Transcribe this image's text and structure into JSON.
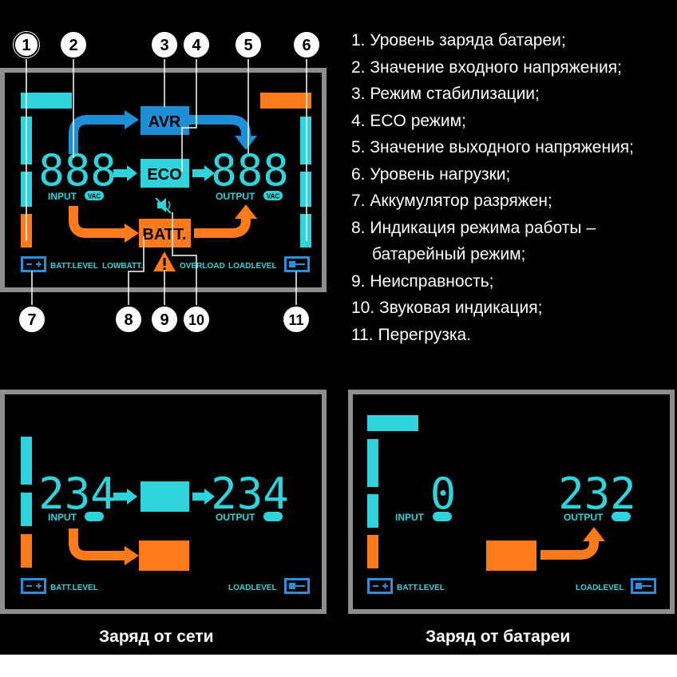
{
  "legend": [
    "1. Уровень заряда батареи;",
    "2. Значение входного напряжения;",
    "3. Режим стабилизации;",
    "4. ECO режим;",
    "5. Значение выходного напряжения;",
    "6. Уровень нагрузки;",
    "7. Аккумулятор разряжен;",
    "8. Индикация режима работы –",
    "батарейный режим;",
    "9. Неисправность;",
    "10. Звуковая индикация;",
    "11. Перегрузка."
  ],
  "callouts": [
    "1",
    "2",
    "3",
    "4",
    "5",
    "6",
    "7",
    "8",
    "9",
    "10",
    "11"
  ],
  "main_panel": {
    "avr": "AVR",
    "eco": "ECO",
    "batt": "BATT.",
    "input_digits": "888",
    "output_digits": "888",
    "input_label": "INPUT",
    "output_label": "OUTPUT",
    "vac": "VAC",
    "batt_level": "BATT.LEVEL",
    "low_batt": "LOWBATT.",
    "overload": "OVERLOAD",
    "load_level": "LOADLEVEL"
  },
  "grid_panel": {
    "input_digits": "234",
    "output_digits": "234",
    "input_label": "INPUT",
    "output_label": "OUTPUT",
    "batt_level": "BATT.LEVEL",
    "load_level": "LOADLEVEL",
    "caption": "Заряд от сети"
  },
  "battery_panel": {
    "input_digits": "0",
    "output_digits": "232",
    "input_label": "INPUT",
    "output_label": "OUTPUT",
    "batt_level": "BATT.LEVEL",
    "load_level": "LOADLEVEL",
    "caption": "Заряд от батареи"
  },
  "colors": {
    "cyan": "#2fd3dc",
    "blue": "#1e8fd6",
    "orange": "#ff7a1a",
    "frame": "#8e8e8e",
    "icon_blue": "#2a8ed8"
  }
}
